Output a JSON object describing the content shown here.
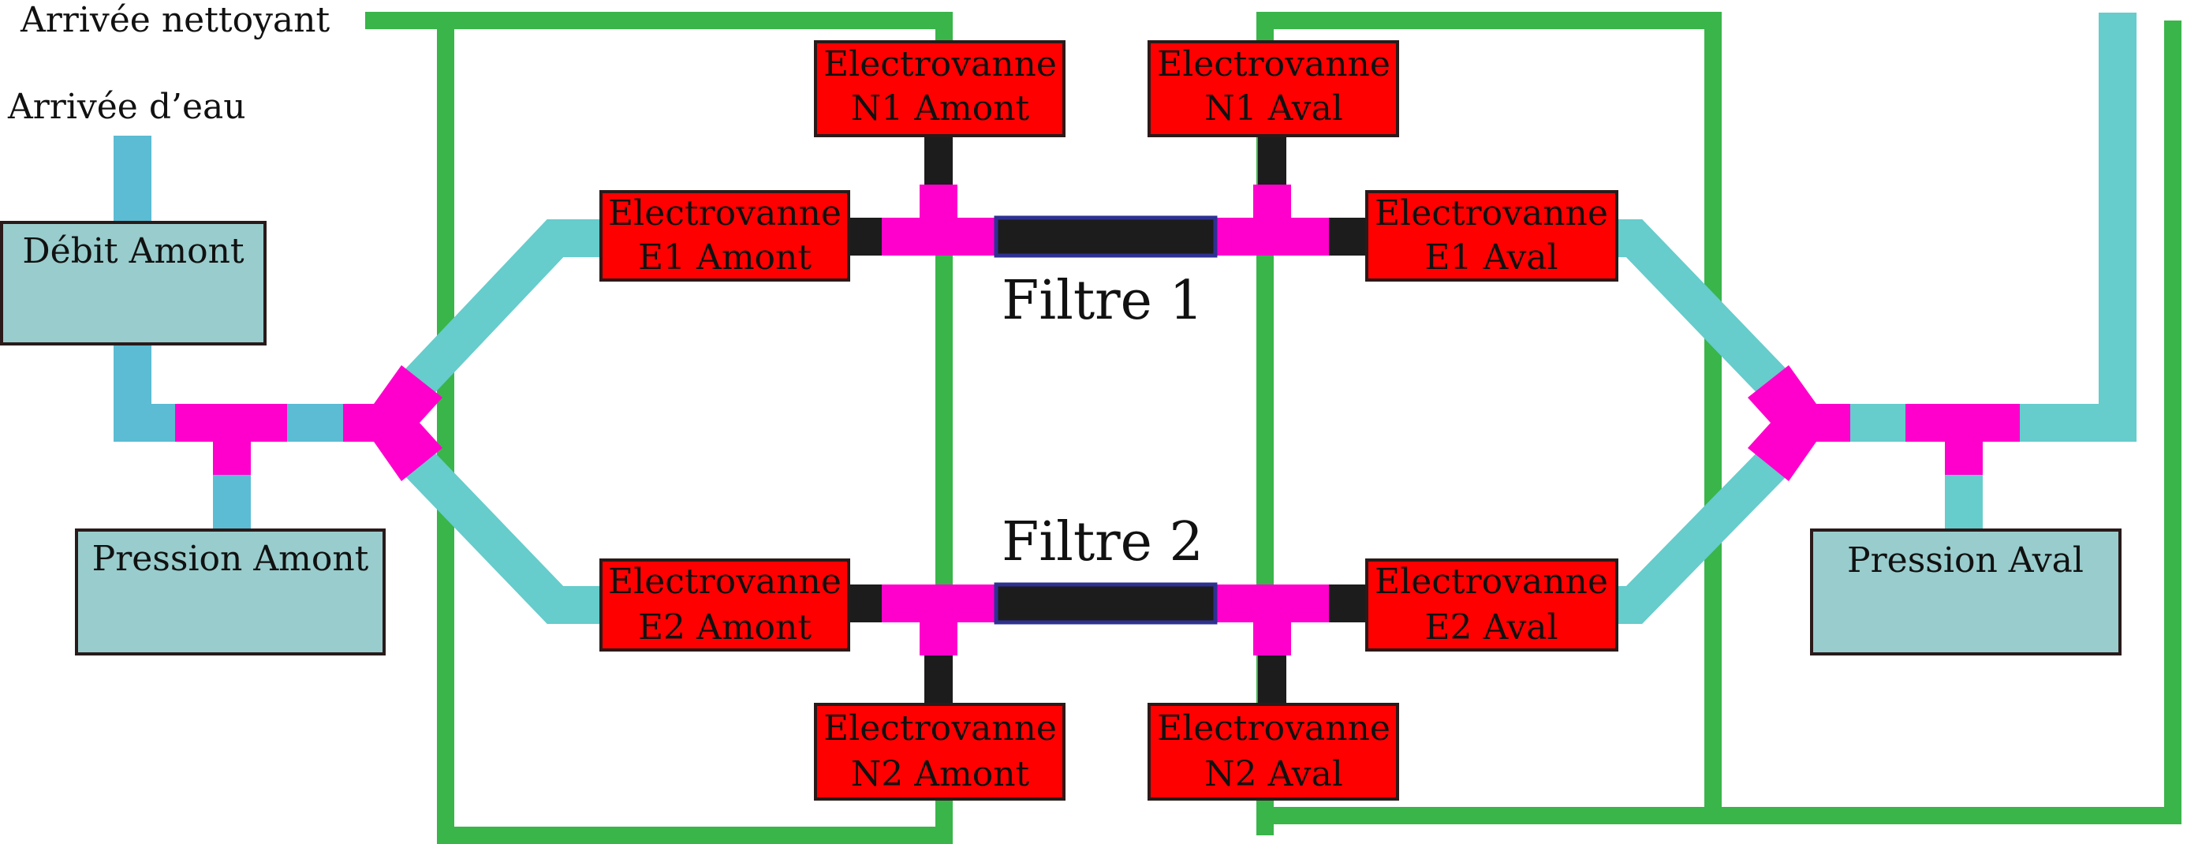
{
  "colors": {
    "water": "#5bbcd3",
    "water_light": "#66cccc",
    "cleaner": "#39b54a",
    "tee": "#ff00cc",
    "valve": "#ff0000",
    "sensor": "#99cccc",
    "stem": "#1c1c1c",
    "filter_border": "#2e3192"
  },
  "labels": {
    "cleaner_inlet": "Arrivée nettoyant",
    "water_inlet": "Arrivée d’eau",
    "filter1": "Filtre 1",
    "filter2": "Filtre 2"
  },
  "sensors": {
    "debit_amont": "Débit Amont",
    "pression_amont": "Pression Amont",
    "pression_aval": "Pression Aval"
  },
  "valves": {
    "n1_amont": [
      "Electrovanne",
      "N1 Amont"
    ],
    "n1_aval": [
      "Electrovanne",
      "N1 Aval"
    ],
    "e1_amont": [
      "Electrovanne",
      "E1 Amont"
    ],
    "e1_aval": [
      "Electrovanne",
      "E1 Aval"
    ],
    "e2_amont": [
      "Electrovanne",
      "E2 Amont"
    ],
    "e2_aval": [
      "Electrovanne",
      "E2 Aval"
    ],
    "n2_amont": [
      "Electrovanne",
      "N2 Amont"
    ],
    "n2_aval": [
      "Electrovanne",
      "N2 Aval"
    ]
  }
}
